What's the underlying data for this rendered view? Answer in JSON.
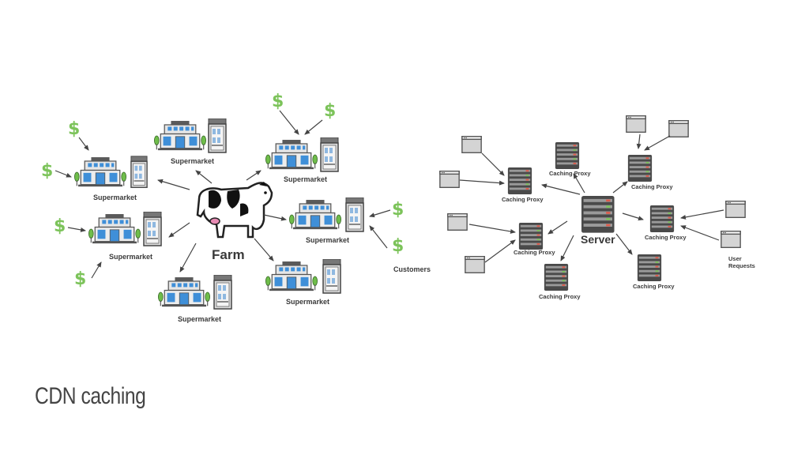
{
  "slide": {
    "title": "CDN caching"
  },
  "farm": {
    "label": "Farm",
    "supermarket_label": "Supermarket",
    "customers_label": "Customers",
    "dollar_symbol": "$"
  },
  "cdn": {
    "server_label": "Server",
    "proxy_label": "Caching Proxy",
    "user_requests_label": "User\nRequests"
  },
  "colors": {
    "accent_green": "#7cc35a",
    "store_blue": "#3f8fd8",
    "tree_green": "#6fbd4a",
    "server_dark": "#4a4a4a",
    "arrow": "#444444"
  },
  "icons": [
    "cow-icon",
    "supermarket-icon",
    "fridge-icon",
    "tree-icon",
    "dollar-icon",
    "server-icon",
    "caching-proxy-icon",
    "browser-window-icon"
  ]
}
